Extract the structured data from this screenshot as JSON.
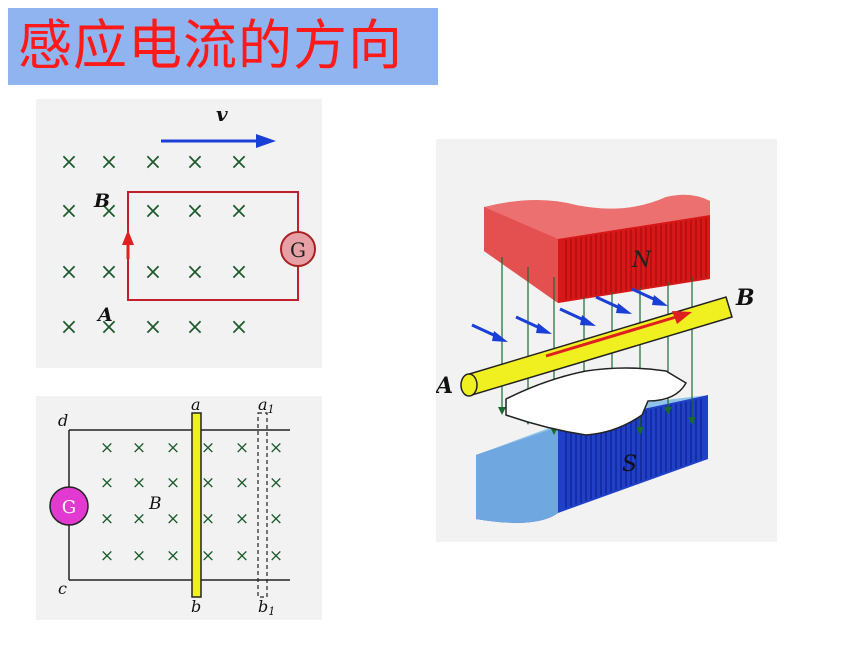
{
  "title": "感应电流的方向",
  "figure_top": {
    "velocity_label": "v",
    "point_B": "B",
    "point_A": "A",
    "galvanometer": "G",
    "field_symbol": "×"
  },
  "figure_bottom": {
    "label_a": "a",
    "label_a1_base": "a",
    "label_a1_sub": "1",
    "label_b": "b",
    "label_b1_base": "b",
    "label_b1_sub": "1",
    "label_c": "c",
    "label_d": "d",
    "label_B": "B",
    "galvanometer": "G",
    "field_symbol": "×"
  },
  "figure_right": {
    "pole_N": "N",
    "pole_S": "S",
    "end_A": "A",
    "end_B": "B"
  },
  "colors": {
    "title_bg": "#8fb4f0",
    "title_text": "#ff1a1a",
    "panel_bg": "#f2f2f2",
    "arrow_blue": "#1a3fd6",
    "arrow_red": "#e02020",
    "galvanometer_pink": "#e6a0a6",
    "galvanometer_magenta": "#e23ad0",
    "cross_green": "#1c5a2c",
    "rod_yellow": "#f0f020",
    "magnet_red": "#e84040",
    "magnet_blue": "#3050d0",
    "field_line_green": "#1a6a30"
  }
}
